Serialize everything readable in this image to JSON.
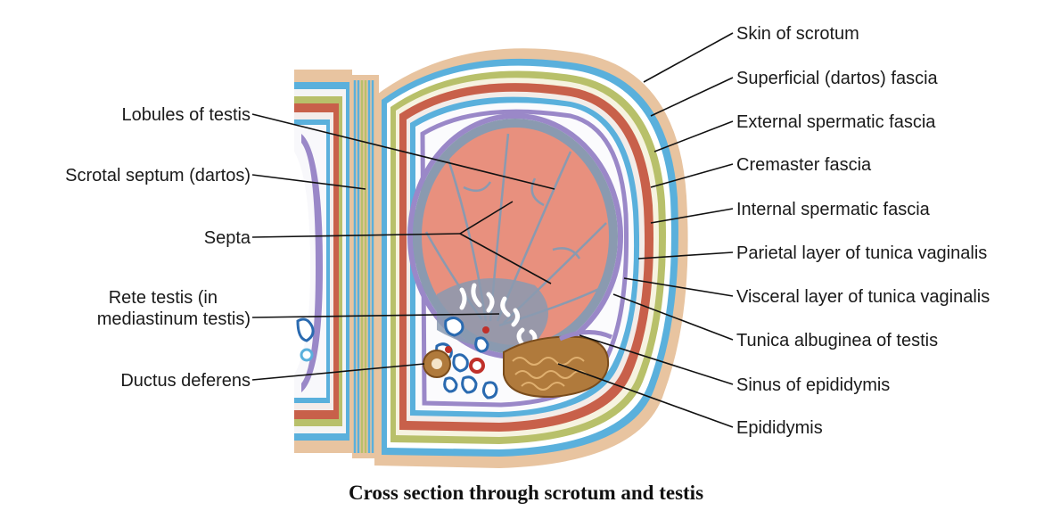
{
  "caption": "Cross section through scrotum and testis",
  "labels": {
    "left": {
      "lobules": "Lobules of testis",
      "scrotal_septum": "Scrotal septum (dartos)",
      "septa": "Septa",
      "rete_line1": "Rete testis (in",
      "rete_line2": "mediastinum testis)",
      "ductus": "Ductus deferens"
    },
    "right": {
      "skin": "Skin of scrotum",
      "dartos": "Superficial (dartos) fascia",
      "external_spermatic": "External spermatic fascia",
      "cremaster": "Cremaster fascia",
      "internal_spermatic": "Internal spermatic fascia",
      "parietal": "Parietal layer of tunica vaginalis",
      "visceral": "Visceral layer of tunica vaginalis",
      "albuginea": "Tunica albuginea of testis",
      "sinus": "Sinus of epididymis",
      "epididymis": "Epididymis"
    }
  },
  "colors": {
    "skin": "#e8c4a0",
    "dartos": "#5ab0dc",
    "external_spermatic": "#b8c06a",
    "cremaster": "#c8604a",
    "internal_spermatic": "#5ab0dc",
    "tunica_vaginalis": "#9a88c8",
    "albuginea": "#8a9ab0",
    "testis": "#e8907e",
    "epididymis": "#b07a3c",
    "leader_line": "#111111"
  }
}
